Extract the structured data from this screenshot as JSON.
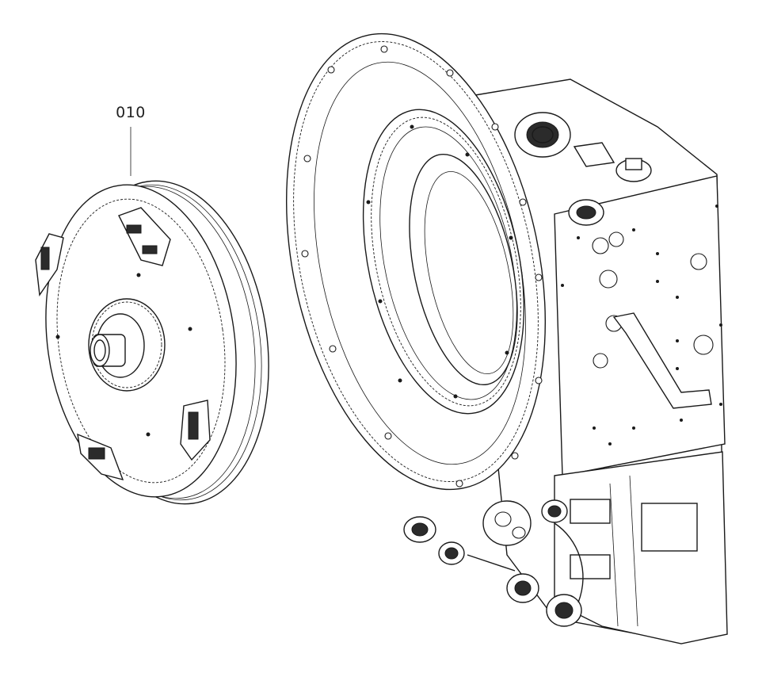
{
  "figure": {
    "callouts": [
      {
        "id": "010",
        "label": "010"
      }
    ],
    "parts": [
      {
        "name": "torque-converter"
      },
      {
        "name": "transmission-housing"
      }
    ]
  }
}
